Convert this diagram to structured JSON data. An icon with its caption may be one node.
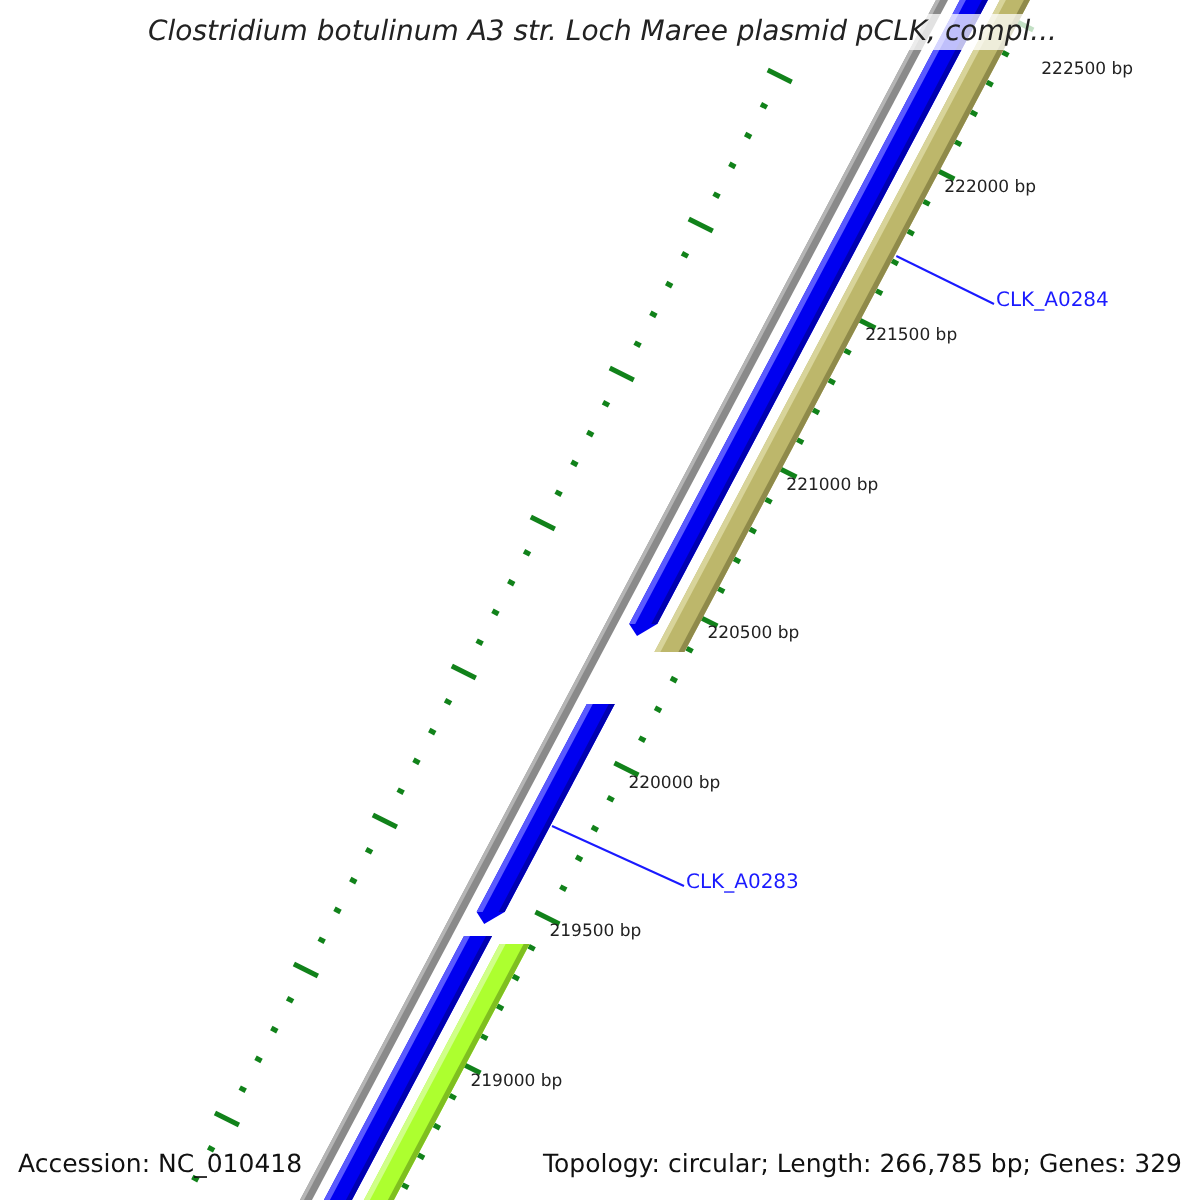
{
  "diagram": {
    "title": "Clostridium botulinum A3 str. Loch Maree plasmid pCLK, compl...",
    "nodes": [
      {
        "text": [
          "CLK_A0284"
        ]
      },
      {
        "text": [],
        "shape": "bar"
      },
      {
        "text": [
          "CLK_A0283"
        ]
      },
      {
        "text": [],
        "shape": "bar"
      }
    ],
    "edges": [
      {
        "from": 0,
        "to": 1,
        "arrow": "none"
      },
      {
        "from": 2,
        "to": 3,
        "arrow": "none"
      }
    ],
    "labels": [
      "222500 bp",
      "222000 bp",
      "221500 bp",
      "221000 bp",
      "220500 bp",
      "220000 bp",
      "219500 bp",
      "219000 bp",
      "Accession: NC_010418",
      "Topology: circular; Length: 266,785 bp; Genes: 329"
    ]
  }
}
